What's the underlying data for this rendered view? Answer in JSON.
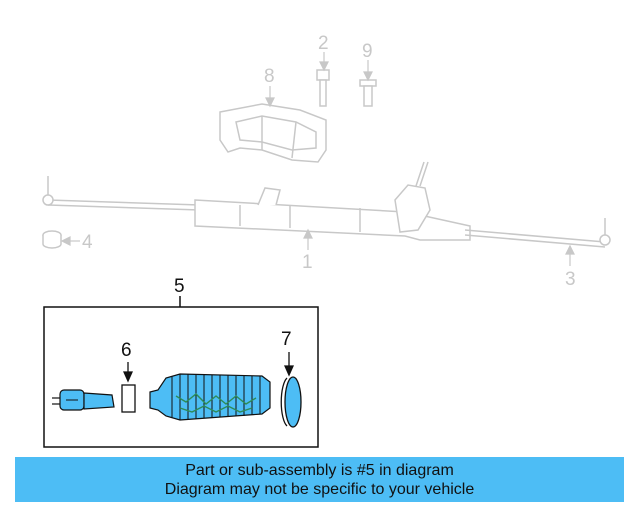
{
  "callouts": {
    "c1": "1",
    "c2": "2",
    "c3": "3",
    "c4": "4",
    "c5": "5",
    "c6": "6",
    "c7": "7",
    "c8": "8",
    "c9": "9"
  },
  "banner": {
    "line1": "Part or sub-assembly is #5 in diagram",
    "line2": "Diagram may not be specific to your vehicle"
  },
  "colors": {
    "highlight": "#4dbdf5",
    "part_fill": "#4dbdf5",
    "ghost_line": "#c8c8c8",
    "ink": "#111111",
    "boot_stripe": "#2e8b57"
  }
}
